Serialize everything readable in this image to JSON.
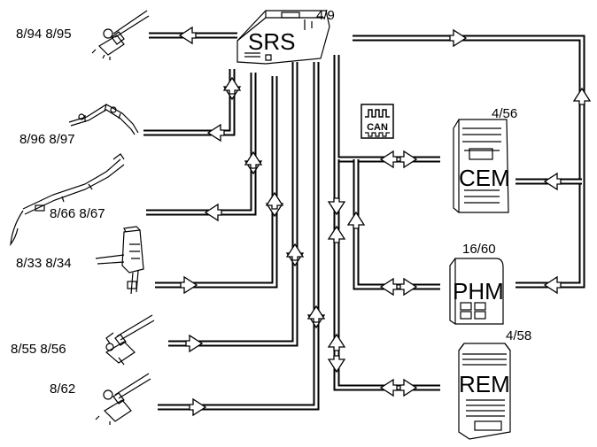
{
  "diagram": {
    "labels": {
      "srs": "SRS",
      "srs_ref": "4/9",
      "cem": "CEM",
      "cem_ref": "4/56",
      "phm": "PHM",
      "phm_ref": "16/60",
      "rem": "REM",
      "rem_ref": "4/58",
      "can": "CAN",
      "c1": "8/94  8/95",
      "c2": "8/96  8/97",
      "c3": "8/66  8/67",
      "c4": "8/33  8/34",
      "c5": "8/55  8/56",
      "c6": "8/62"
    }
  }
}
